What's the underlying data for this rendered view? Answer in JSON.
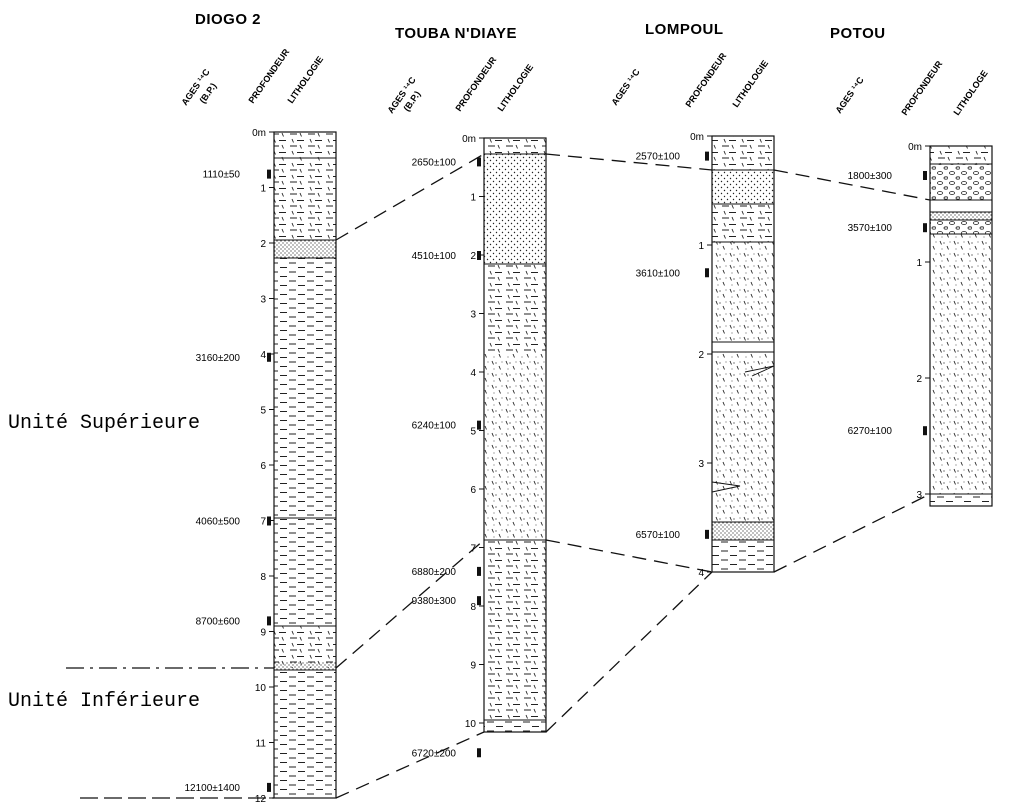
{
  "column_headers": {
    "ages_line1": "AGES ¹⁴C",
    "ages_line2": "(B.P.)",
    "ages_short": "AGES ¹⁴C",
    "profondeur": "PROFONDEUR",
    "lithologie": "LITHOLOGIE",
    "lithologie_potou": "LITHOLOGE"
  },
  "units": {
    "upper": "Unité Supérieure",
    "lower": "Unité Inférieure"
  },
  "sites": [
    {
      "key": "diogo",
      "name": "DIOGO 2",
      "depth_labels": [
        "0m",
        "1",
        "2",
        "3",
        "4",
        "5",
        "6",
        "7",
        "8",
        "9",
        "10",
        "11",
        "12"
      ],
      "ages": [
        {
          "label": "1110±50",
          "depth": 0.75
        },
        {
          "label": "3160±200",
          "depth": 4.05
        },
        {
          "label": "4060±500",
          "depth": 7.0
        },
        {
          "label": "8700±600",
          "depth": 8.8
        },
        {
          "label": "12100±1400",
          "depth": 11.8
        }
      ]
    },
    {
      "key": "touba",
      "name": "TOUBA N'DIAYE",
      "depth_labels": [
        "0m",
        "1",
        "2",
        "3",
        "4",
        "5",
        "6",
        "7",
        "8",
        "9",
        "10"
      ],
      "ages": [
        {
          "label": "2650±100",
          "depth": 0.4
        },
        {
          "label": "4510±100",
          "depth": 2.0
        },
        {
          "label": "6240±100",
          "depth": 4.9
        },
        {
          "label": "6880±200",
          "depth": 7.4
        },
        {
          "label": "9380±300",
          "depth": 7.9
        },
        {
          "label": "6720±200",
          "depth": 10.5
        }
      ]
    },
    {
      "key": "lompoul",
      "name": "LOMPOUL",
      "depth_labels": [
        "0m",
        "1",
        "2",
        "3",
        "4"
      ],
      "ages": [
        {
          "label": "2570±100",
          "depth": 0.18
        },
        {
          "label": "3610±100",
          "depth": 1.25
        },
        {
          "label": "6570±100",
          "depth": 3.65
        }
      ]
    },
    {
      "key": "potou",
      "name": "POTOU",
      "depth_labels": [
        "0m",
        "1",
        "2",
        "3"
      ],
      "ages": [
        {
          "label": "1800±300",
          "depth": 0.25
        },
        {
          "label": "3570±100",
          "depth": 0.7
        },
        {
          "label": "6270±100",
          "depth": 2.45
        }
      ]
    }
  ]
}
